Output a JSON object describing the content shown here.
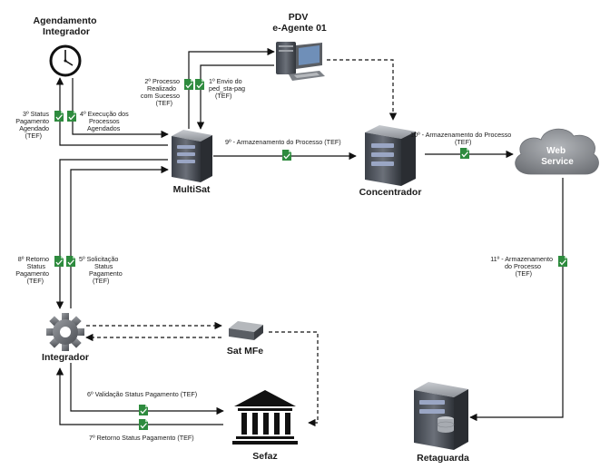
{
  "nodes": {
    "agendamento": {
      "label_lines": [
        "Agendamento",
        "Integrador"
      ]
    },
    "pdv": {
      "label_lines": [
        "PDV",
        "e-Agente 01"
      ]
    },
    "multisat": {
      "label_lines": [
        "MultiSat"
      ]
    },
    "concentrador": {
      "label_lines": [
        "Concentrador"
      ]
    },
    "web_service": {
      "label_lines": [
        "Web",
        "Service"
      ]
    },
    "integrador": {
      "label_lines": [
        "Integrador"
      ]
    },
    "sat_mfe": {
      "label_lines": [
        "Sat MFe"
      ]
    },
    "sefaz": {
      "label_lines": [
        "Sefaz"
      ]
    },
    "retaguarda": {
      "label_lines": [
        "Retaguarda"
      ]
    }
  },
  "edges": {
    "e1": {
      "label_lines": [
        "1º Envio do",
        "ped_sta-pag",
        "(TEF)"
      ]
    },
    "e2": {
      "label_lines": [
        "2º Processo",
        "Realizado",
        "com Sucesso",
        "(TEF)"
      ]
    },
    "e3": {
      "label_lines": [
        "3º Status",
        "Pagamento",
        "Agendado",
        "(TEF)"
      ]
    },
    "e4": {
      "label_lines": [
        "4º Execução dos",
        "Processos",
        "Agendados"
      ]
    },
    "e5": {
      "label_lines": [
        "5º Solicitação",
        "Status",
        "Pagamento",
        "(TEF)"
      ]
    },
    "e6": {
      "label_lines": [
        "6º Validação Status Pagamento (TEF)"
      ]
    },
    "e7": {
      "label_lines": [
        "7º Retorno Status Pagamento (TEF)"
      ]
    },
    "e8": {
      "label_lines": [
        "8º Retorno",
        "Status",
        "Pagamento",
        "(TEF)"
      ]
    },
    "e9": {
      "label_lines": [
        "9º - Armazenamento do Processo (TEF)"
      ]
    },
    "e10": {
      "label_lines": [
        "10º - Armazenamento do Processo",
        "(TEF)"
      ]
    },
    "e11": {
      "label_lines": [
        "11º - Armazenamento",
        "do Processo",
        "(TEF)"
      ]
    }
  },
  "colors": {
    "doc_icon": "#2e8b3e",
    "server_body": "#4a4f57",
    "cloud": "#8c8f94",
    "line": "#111111"
  },
  "icons": {
    "agendamento": "clock-icon",
    "pdv": "desktop-computer-icon",
    "multisat": "server-icon",
    "concentrador": "server-icon",
    "web_service": "cloud-icon",
    "integrador": "gear-icon",
    "sat_mfe": "device-icon",
    "sefaz": "government-building-icon",
    "retaguarda": "database-server-icon",
    "edge_marker": "document-check-icon"
  }
}
